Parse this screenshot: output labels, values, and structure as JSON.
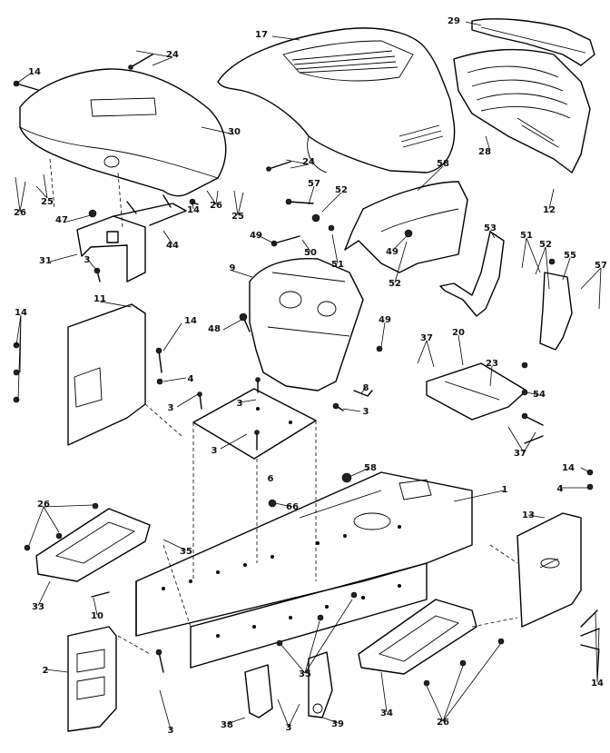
{
  "diagram": {
    "labels": [
      {
        "id": "l14a",
        "text": "14"
      },
      {
        "id": "l24a",
        "text": "24"
      },
      {
        "id": "l17",
        "text": "17"
      },
      {
        "id": "l29",
        "text": "29"
      },
      {
        "id": "l30",
        "text": "30"
      },
      {
        "id": "l28",
        "text": "28"
      },
      {
        "id": "l24b",
        "text": "24"
      },
      {
        "id": "l25a",
        "text": "25"
      },
      {
        "id": "l26a",
        "text": "26"
      },
      {
        "id": "l47",
        "text": "47"
      },
      {
        "id": "l26b",
        "text": "26"
      },
      {
        "id": "l25b",
        "text": "25"
      },
      {
        "id": "l14b",
        "text": "14"
      },
      {
        "id": "l58a",
        "text": "58"
      },
      {
        "id": "l57a",
        "text": "57"
      },
      {
        "id": "l52a",
        "text": "52"
      },
      {
        "id": "l12",
        "text": "12"
      },
      {
        "id": "l31",
        "text": "31"
      },
      {
        "id": "l44",
        "text": "44"
      },
      {
        "id": "l49a",
        "text": "49"
      },
      {
        "id": "l50",
        "text": "50"
      },
      {
        "id": "l51a",
        "text": "51"
      },
      {
        "id": "l49b",
        "text": "49"
      },
      {
        "id": "l52b",
        "text": "52"
      },
      {
        "id": "l53",
        "text": "53"
      },
      {
        "id": "l51b",
        "text": "51"
      },
      {
        "id": "l52c",
        "text": "52"
      },
      {
        "id": "l55",
        "text": "55"
      },
      {
        "id": "l57b",
        "text": "57"
      },
      {
        "id": "l3a",
        "text": "3"
      },
      {
        "id": "l9",
        "text": "9"
      },
      {
        "id": "l11",
        "text": "11"
      },
      {
        "id": "l14c",
        "text": "14"
      },
      {
        "id": "l48",
        "text": "48"
      },
      {
        "id": "l14d",
        "text": "14"
      },
      {
        "id": "l49c",
        "text": "49"
      },
      {
        "id": "l37a",
        "text": "37"
      },
      {
        "id": "l20",
        "text": "20"
      },
      {
        "id": "l23",
        "text": "23"
      },
      {
        "id": "l54",
        "text": "54"
      },
      {
        "id": "l4a",
        "text": "4"
      },
      {
        "id": "l3b",
        "text": "3"
      },
      {
        "id": "l3c",
        "text": "3"
      },
      {
        "id": "l8",
        "text": "8"
      },
      {
        "id": "l3d",
        "text": "3"
      },
      {
        "id": "l3e",
        "text": "3"
      },
      {
        "id": "l6",
        "text": "6"
      },
      {
        "id": "l37b",
        "text": "37"
      },
      {
        "id": "l58b",
        "text": "58"
      },
      {
        "id": "l1",
        "text": "1"
      },
      {
        "id": "l14e",
        "text": "14"
      },
      {
        "id": "l4b",
        "text": "4"
      },
      {
        "id": "l26c",
        "text": "26"
      },
      {
        "id": "l66",
        "text": "66"
      },
      {
        "id": "l13",
        "text": "13"
      },
      {
        "id": "l35a",
        "text": "35"
      },
      {
        "id": "l33",
        "text": "33"
      },
      {
        "id": "l10",
        "text": "10"
      },
      {
        "id": "l2",
        "text": "2"
      },
      {
        "id": "l35b",
        "text": "35"
      },
      {
        "id": "l34",
        "text": "34"
      },
      {
        "id": "l14f",
        "text": "14"
      },
      {
        "id": "l38",
        "text": "38"
      },
      {
        "id": "l3f",
        "text": "3"
      },
      {
        "id": "l39",
        "text": "39"
      },
      {
        "id": "l26d",
        "text": "26"
      },
      {
        "id": "l3g",
        "text": "3"
      }
    ]
  }
}
